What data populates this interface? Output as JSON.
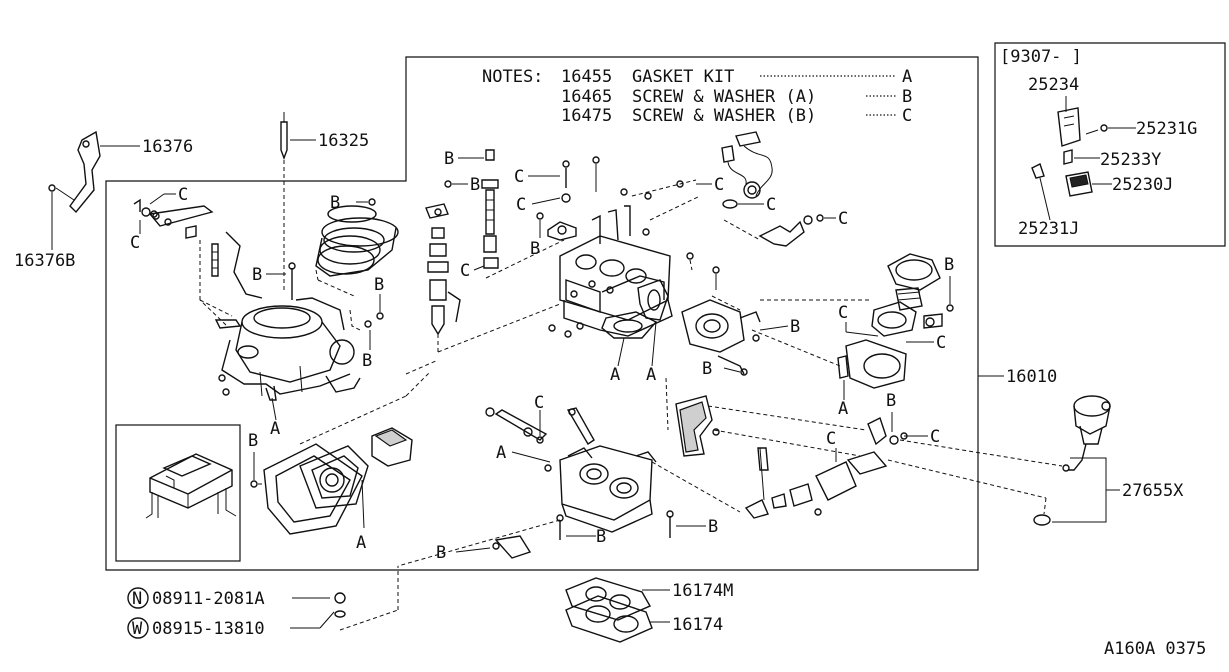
{
  "notes": {
    "heading": "NOTES:",
    "rows": [
      {
        "code": "16455",
        "text": "GASKET KIT",
        "mark": "A"
      },
      {
        "code": "16465",
        "text": "SCREW & WASHER (A)",
        "mark": "B"
      },
      {
        "code": "16475",
        "text": "SCREW & WASHER (B)",
        "mark": "C"
      }
    ]
  },
  "inset": {
    "period": "[9307-    ]",
    "parts": [
      "25234",
      "25231G",
      "25233Y",
      "25230J",
      "25231J"
    ]
  },
  "part_labels": {
    "p16376": "16376",
    "p16376B": "16376B",
    "p16325": "16325",
    "p16010": "16010",
    "p27655X": "27655X",
    "p16174M": "16174M",
    "p16174": "16174"
  },
  "fasteners": [
    {
      "circle": "N",
      "code": "08911-2081A"
    },
    {
      "circle": "W",
      "code": "08915-13810"
    }
  ],
  "marks": {
    "A": "A",
    "B": "B",
    "C": "C"
  },
  "diagram_id": "A160A 0375"
}
